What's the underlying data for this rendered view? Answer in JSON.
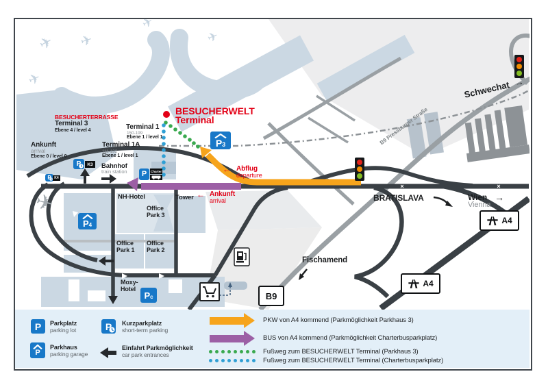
{
  "colors": {
    "red": "#e30016",
    "orange": "#f6a41c",
    "purple": "#9c5fa5",
    "green": "#3aa94f",
    "blue": "#2f9fd4",
    "parking_blue": "#1878c8",
    "road_dark": "#3a4045",
    "road_gray": "#9aa0a4",
    "building": "#cbd8e3",
    "legend_bg": "#e3eff8"
  },
  "glyphs": {
    "arrow_left": "←",
    "arrow_right": "→",
    "x_mark": "×",
    "plane": "✈"
  },
  "map": {
    "terminals": {
      "besucherterrasse": "BESUCHERTERRASSE",
      "t3_name": "Terminal 3",
      "t3_level": "Ebene 4 / level 4",
      "t1_name": "Terminal 1",
      "t1_counters": "150-199",
      "t1_level": "Ebene 1 / level 1",
      "t1a_name": "Terminal 1A",
      "t1a_counters": "111-132",
      "t1a_level": "Ebene 1 / level 1",
      "besucherwelt_line1": "BESUCHERWELT",
      "besucherwelt_line2": "Terminal"
    },
    "places": {
      "ankunft": "Ankunft",
      "arrival": "arrival",
      "ankunft_level": "Ebene 0 / level 0",
      "bahnhof": "Bahnhof",
      "train_station": "train station",
      "nh_hotel": "NH-Hotel",
      "tower": "Tower",
      "office_park1": "Office Park 1",
      "office_park2": "Office Park 2",
      "office_park3": "Office Park 3",
      "moxy_hotel": "Moxy-Hotel"
    },
    "routes": {
      "abflug": "Abflug",
      "departure": "departure",
      "ankunft": "Ankunft",
      "arrival": "arrival"
    },
    "dest": {
      "bratislava": "BRATISLAVA",
      "wien": "Wien",
      "vienna": "Vienna",
      "schwechat": "Schwechat",
      "fischamend": "Fischamend",
      "b9_street": "B9 Pressburger Straße"
    },
    "signs": {
      "a4": "A4",
      "b9": "B9"
    },
    "parking": {
      "p": "P",
      "p3_sub": "3",
      "p4_sub": "4",
      "pc_sub": "c",
      "k3": "K3",
      "k4": "K4",
      "charter": "Charter"
    }
  },
  "legend": {
    "items_left": [
      {
        "title": "Parkplatz",
        "subtitle": "parking lot"
      },
      {
        "title": "Kurzparkplatz",
        "subtitle": "short-term parking"
      },
      {
        "title": "Parkhaus",
        "subtitle": "parking garage"
      },
      {
        "title": "Einfahrt Parkmöglichkeit",
        "subtitle": "car park entrances"
      }
    ],
    "items_right": [
      {
        "label": "PKW von A4 kommend (Parkmöglichkeit Parkhaus 3)"
      },
      {
        "label": "BUS von A4 kommend (Parkmöglichkeit Charterbusparkplatz)"
      },
      {
        "label": "Fußweg zum BESUCHERWELT Terminal (Parkhaus 3)"
      },
      {
        "label": "Fußweg zum BESUCHERWELT Terminal (Charterbusparkplatz)"
      }
    ]
  }
}
